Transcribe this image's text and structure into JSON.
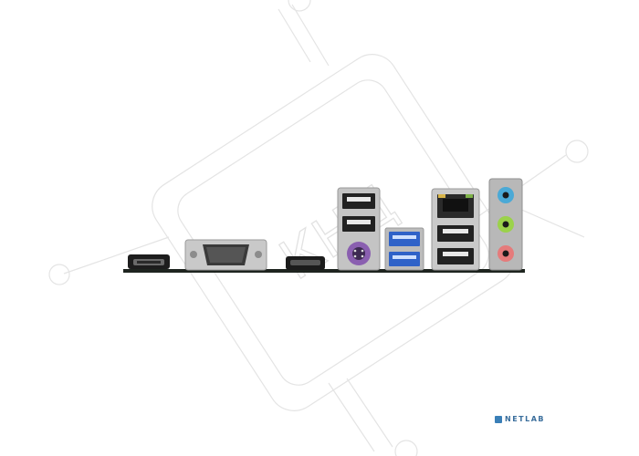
{
  "watermark": {
    "text": "КНЦ",
    "color": "#e6e6e6"
  },
  "panel": {
    "board_color": "#1e241f",
    "metal_color": "#c9c9c9",
    "usb3_color": "#2f62c8",
    "ps2_color": "#8a5fb0"
  },
  "audio_jacks": [
    {
      "name": "line-in",
      "color": "#4aa9d6"
    },
    {
      "name": "line-out",
      "color": "#9bd24a"
    },
    {
      "name": "mic",
      "color": "#e57b7b"
    }
  ],
  "brand": {
    "name": "NETLAB",
    "color": "#3a6e9c"
  }
}
